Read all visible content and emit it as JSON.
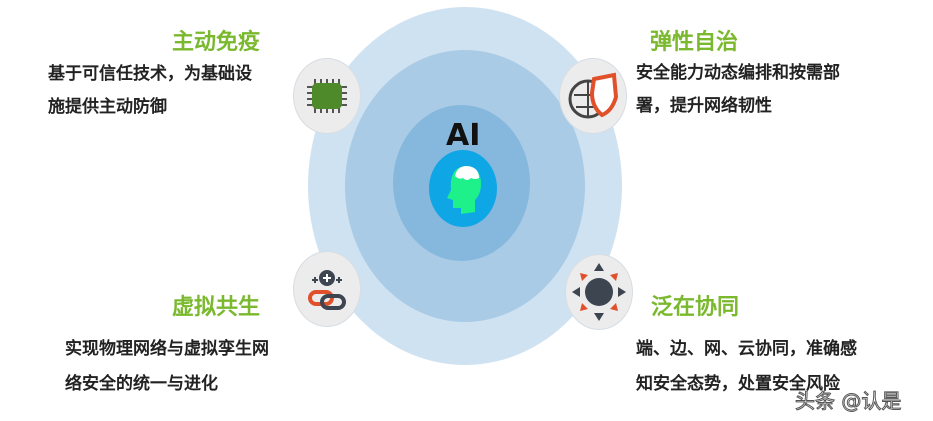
{
  "center": {
    "label": "AI",
    "icon": "brain-head-icon"
  },
  "quadrants": [
    {
      "title": "主动免疫",
      "lines": [
        "基于可信任技术，为基础设",
        "施提供主动防御"
      ],
      "icon": "chip-icon"
    },
    {
      "title": "弹性自治",
      "lines": [
        "安全能力动态编排和按需部",
        "署，提升网络韧性"
      ],
      "icon": "shield-globe-icon"
    },
    {
      "title": "虚拟共生",
      "lines": [
        "实现物理网络与虚拟孪生网",
        "络安全的统一与进化"
      ],
      "icon": "link-plus-icon"
    },
    {
      "title": "泛在协同",
      "lines": [
        "端、边、网、云协同，准确感",
        "知安全态势，处置安全风险"
      ],
      "icon": "globe-arrows-icon"
    }
  ],
  "watermark": "头条 @认是",
  "colors": {
    "title": "#7ab82e",
    "ring_outer": "#cfe2f1",
    "ring_mid": "#a9cbe6",
    "ring_inner": "#86b7dd",
    "core": "#0fa6e6",
    "head": "#1ef08a"
  }
}
